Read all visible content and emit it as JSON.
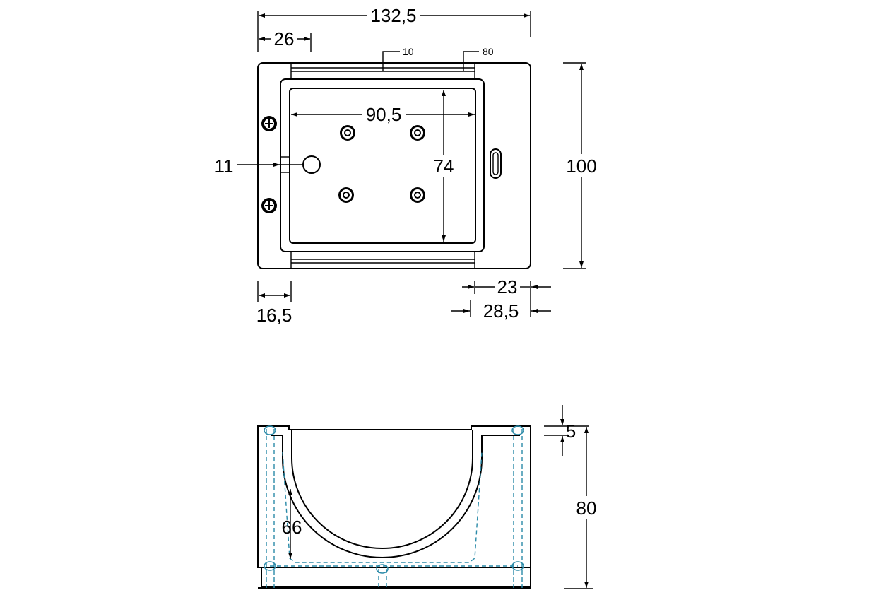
{
  "top_view": {
    "overall_width": "132,5",
    "slot_offset": "26",
    "callout_a": "10",
    "callout_b": "80",
    "inner_width": "90,5",
    "inner_height": "74",
    "hole_offset": "11",
    "overall_height": "100",
    "wall_left": "16,5",
    "wall_right_inner": "23",
    "wall_right_outer": "28,5"
  },
  "section_view": {
    "lip_height": "5",
    "total_height": "80",
    "channel_depth": "66"
  }
}
